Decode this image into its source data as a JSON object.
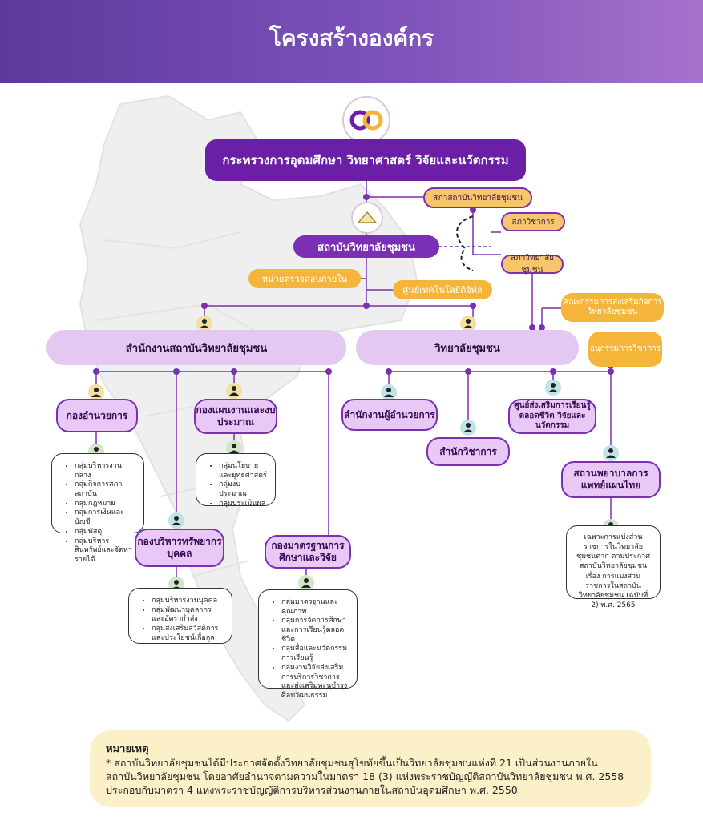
{
  "page": {
    "title": "โครงสร้างองค์กร"
  },
  "colors": {
    "purple_dark": "#6a1fa6",
    "purple_light": "#e3c8f2",
    "orange": "#f5b53a",
    "gold": "#f7c56a",
    "line": "#7a2fb5"
  },
  "ministry": {
    "label": "กระทรวงการอุดมศึกษา วิทยาศาสตร์ วิจัยและนวัตกรรม"
  },
  "institute": {
    "label": "สถาบันวิทยาลัยชุมชน"
  },
  "councils": {
    "institute_council": "สภาสถาบันวิทยาลัยชุมชน",
    "academic_council": "สภาวิชาการ",
    "college_council": "สภาวิทยาลัยชุมชน"
  },
  "units": {
    "internal_audit": "หน่วยตรวจสอบภายใน",
    "digital_center": "ศูนย์เทคโนโลยีดิจิทัล"
  },
  "committees": {
    "promotion": "คณะกรรมการส่งเสริมกิจการวิทยาลัยชุมชน",
    "academic_sub": "อนุกรรมการวิชาการ"
  },
  "office": {
    "label": "สำนักงานสถาบันวิทยาลัยชุมชน"
  },
  "college": {
    "label": "วิทยาลัยชุมชน"
  },
  "divisions": {
    "admin": {
      "label": "กองอำนวยการ",
      "items": [
        "กลุ่มบริหารงานกลาง",
        "กลุ่มกิจการสภาสถาบัน",
        "กลุ่มกฎหมาย",
        "กลุ่มการเงินและบัญชี",
        "กลุ่มพัสดุ",
        "กลุ่มบริหารสินทรัพย์และจัดหารายได้"
      ]
    },
    "plan": {
      "label": "กองแผนงานและงบประมาณ",
      "items": [
        "กลุ่มนโยบายและยุทธศาสตร์",
        "กลุ่มงบประมาณ",
        "กลุ่มประเมินผล"
      ]
    },
    "hr": {
      "label": "กองบริหารทรัพยากรบุคคล",
      "items": [
        "กลุ่มบริหารงานบุคคล",
        "กลุ่มพัฒนาบุคลากรและอัตรากำลัง",
        "กลุ่มส่งเสริมสวัสดิการและประโยชน์เกื้อกูล"
      ]
    },
    "standard": {
      "label": "กองมาตรฐานการศึกษาและวิจัย",
      "items": [
        "กลุ่มมาตรฐานและคุณภาพ",
        "กลุ่มการจัดการศึกษาและการเรียนรู้ตลอดชีวิต",
        "กลุ่มสื่อและนวัตกรรมการเรียนรู้",
        "กลุ่มงานวิจัยส่งเสริมการบริการวิชาการและส่งเสริมทะนุบำรุงศิลปวัฒนธรรม"
      ]
    }
  },
  "college_units": {
    "director_office": "สำนักงานผู้อำนวยการ",
    "academic_office": "สำนักวิชาการ",
    "lifelong_center": "ศูนย์ส่งเสริมการเรียนรู้ตลอดชีวิต วิจัยและนวัตกรรม",
    "hospital": "สถานพยาบาลการแพทย์แผนไทย",
    "hospital_note": "เฉพาะการแบ่งส่วนราชการในวิทยาลัยชุมชนตาก ตามประกาศสถาบันวิทยาลัยชุมชน เรื่อง การแบ่งส่วนราชการในสถาบันวิทยาลัยชุมชน (ฉบับที่ 2) พ.ศ. 2565"
  },
  "notice": {
    "heading": "หมายเหตุ",
    "lines": [
      "* สถาบันวิทยาลัยชุมชนได้มีประกาศจัดตั้งวิทยาลัยชุมชนสุโขทัยขึ้นเป็นวิทยาลัยชุมชนแห่งที่ 21 เป็นส่วนงานภายใน",
      "สถาบันวิทยาลัยชุมชน โดยอาศัยอำนาจตามความในมาตรา 18 (3) แห่งพระราชบัญญัติสถาบันวิทยาลัยชุมชน พ.ศ. 2558",
      "ประกอบกับมาตรา 4 แห่งพระราชบัญญัติการบริหารส่วนงานภายในสถาบันอุดมศึกษา พ.ศ. 2550"
    ]
  }
}
